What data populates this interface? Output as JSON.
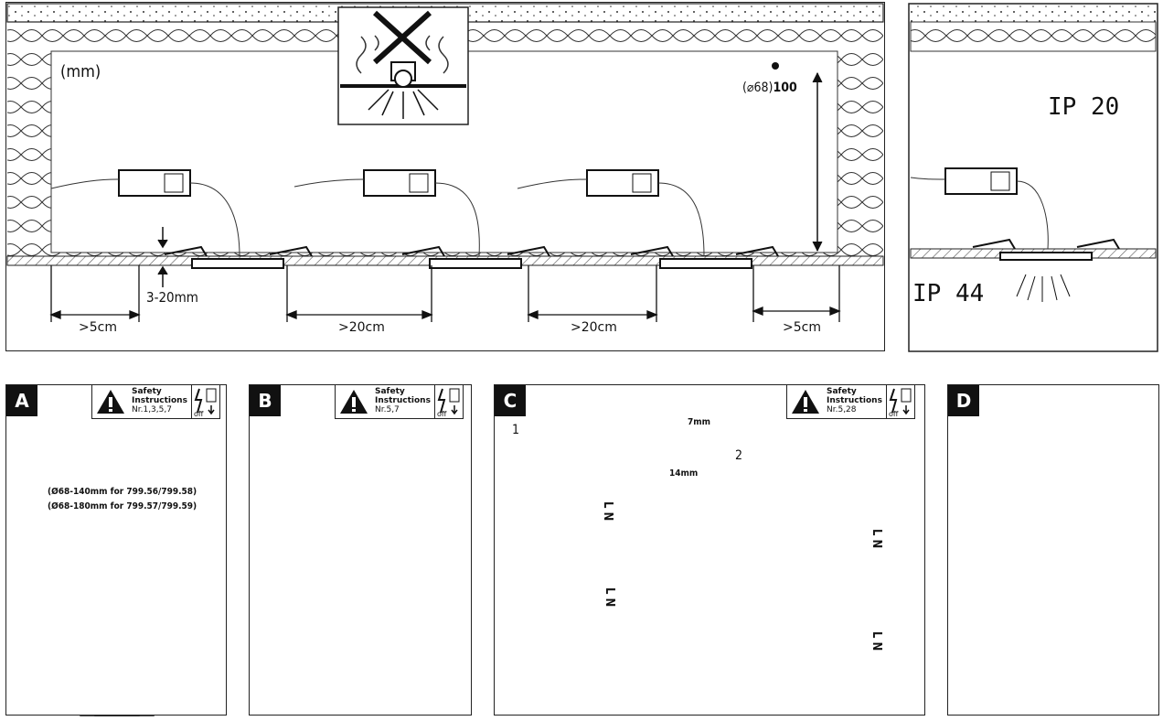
{
  "top": {
    "unit_label": "(mm)",
    "depth_label_prefix": "(⌀68)",
    "depth_label_value": "100",
    "ceiling_thickness": "3-20mm",
    "spacing": [
      ">5cm",
      ">20cm",
      ">20cm",
      ">5cm"
    ]
  },
  "ip": {
    "upper": "IP 20",
    "lower": "IP 44"
  },
  "safety_title": "Safety Instructions",
  "safety_off": "off",
  "panels": {
    "a": {
      "letter": "A",
      "nr": "Nr.1,3,5,7",
      "note1": "(Ø68-140mm for 799.56/799.58)",
      "note2": "(Ø68-180mm for 799.57/799.59)"
    },
    "b": {
      "letter": "B",
      "nr": "Nr.5,7"
    },
    "c": {
      "letter": "C",
      "nr": "Nr.5,28",
      "step1": "1",
      "step2": "2",
      "strip1": "7mm",
      "strip2": "14mm",
      "terminal": "L N"
    },
    "d": {
      "letter": "D"
    }
  },
  "icons": [
    "warning-triangle-icon",
    "lightning-icon",
    "switch-off-icon",
    "check-icon",
    "cross-icon",
    "no-insulation-icon",
    "screwdriver-icon",
    "drill-icon"
  ]
}
